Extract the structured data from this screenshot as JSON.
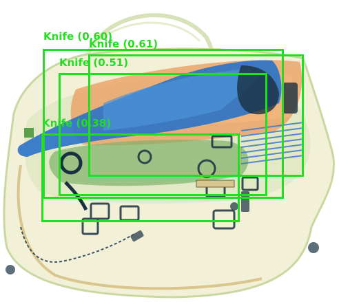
{
  "scene": {
    "subject": "x-ray-scan-of-bag",
    "colors": {
      "background": "#ffffff",
      "bag_outline": "#c8d8a0",
      "metal_blue": "#2a72c8",
      "organic_orange": "#e8a060",
      "dark_object": "#1a3040",
      "detection_box": "#22dd22"
    }
  },
  "detections": [
    {
      "label": "Knife (0.60)"
    },
    {
      "label": "Knife (0.61)"
    },
    {
      "label": "Knife (0.51)"
    },
    {
      "label": "Knife (0.38)"
    }
  ]
}
